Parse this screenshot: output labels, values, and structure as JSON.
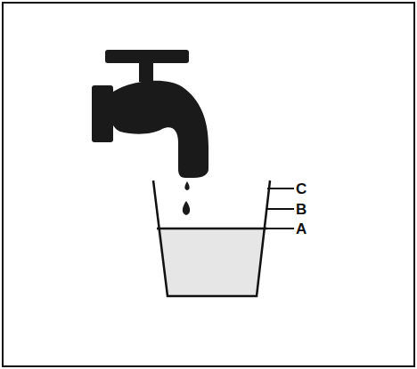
{
  "diagram": {
    "labels": [
      "C",
      "B",
      "A"
    ]
  }
}
